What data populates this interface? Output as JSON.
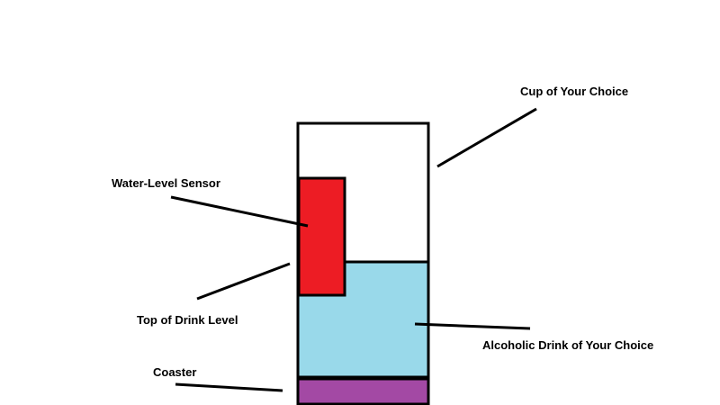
{
  "labels": {
    "cup": "Cup of Your Choice",
    "sensor": "Water-Level Sensor",
    "drink_level": "Top of Drink Level",
    "drink": "Alcoholic Drink of Your Choice",
    "coaster": "Coaster"
  },
  "colors": {
    "cup": "#ffffff",
    "sensor": "#ed1c24",
    "drink": "#99d9ea",
    "coaster": "#a349a4",
    "outline": "#000000"
  }
}
